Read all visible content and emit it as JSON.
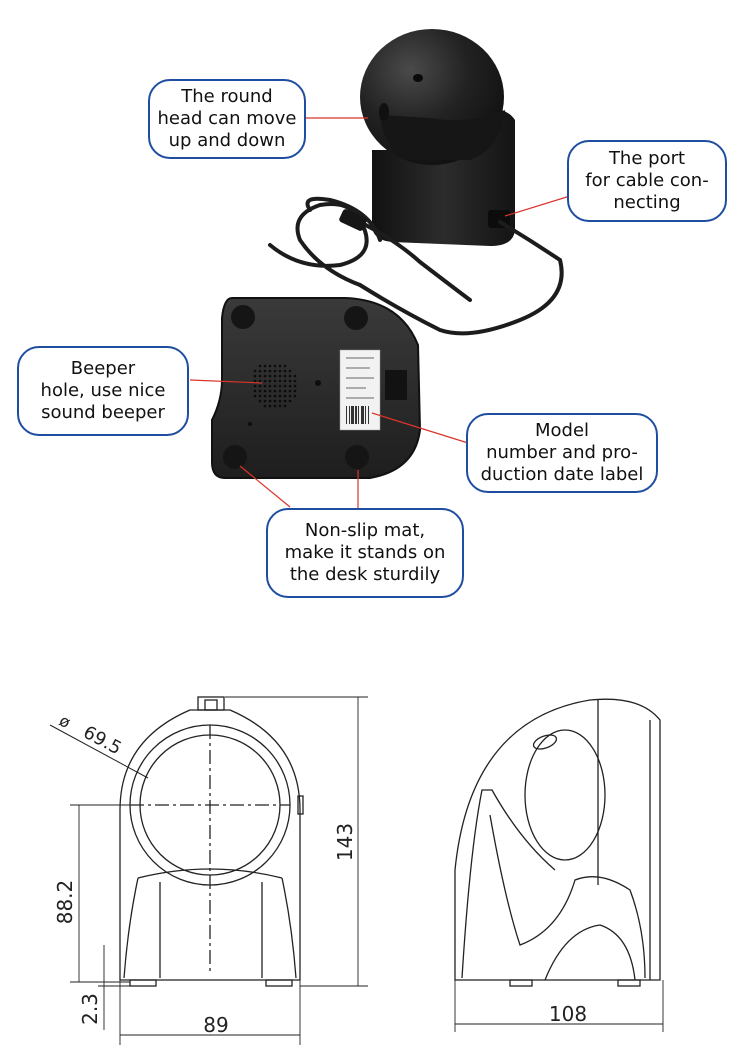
{
  "callouts": {
    "round_head": [
      "The round",
      "head can move",
      "up and down"
    ],
    "cable_port": [
      "The port",
      "for cable con-",
      "necting"
    ],
    "beeper": [
      "Beeper",
      "hole, use nice",
      "sound beeper"
    ],
    "model_label": [
      "Model",
      "number and pro-",
      "duction date label"
    ],
    "non_slip": [
      "Non-slip mat,",
      "make it stands on",
      "the desk sturdily"
    ]
  },
  "dimensions": {
    "diameter": "69.5",
    "diameter_symbol": "ø",
    "height_total": "143",
    "height_center": "88.2",
    "foot_height": "2.3",
    "width_front": "89",
    "depth_side": "108"
  },
  "colors": {
    "callout_border": "#1f4ea0",
    "leader_line": "#d9342b",
    "device_body": "#1b1b1b",
    "drawing_line": "#222222"
  }
}
